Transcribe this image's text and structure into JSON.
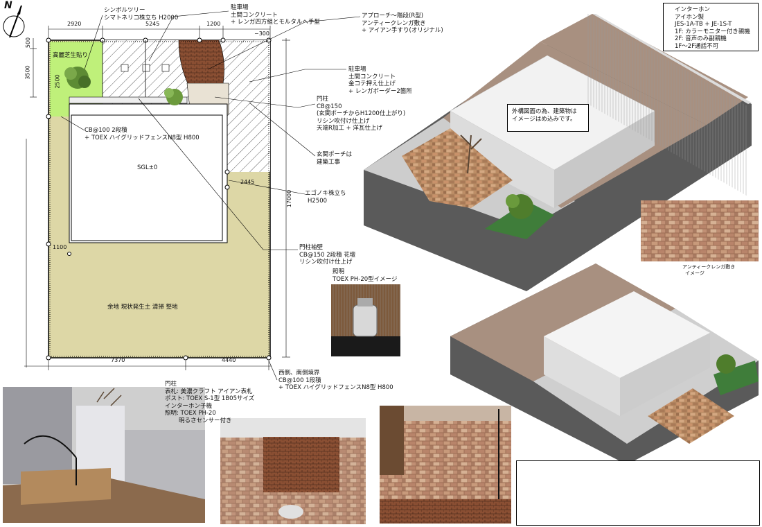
{
  "plan": {
    "north_label": "N",
    "dims": {
      "top_2920": "2920",
      "top_5245": "5245",
      "top_1200": "1200",
      "top_minus300": "−300",
      "left_500": "500",
      "left_3500": "3500",
      "inner_2500": "2500",
      "right_17000": "17000",
      "mid_2445": "2445",
      "mid_1100": "1100",
      "bottom_7370": "7370",
      "bottom_4440": "4440"
    },
    "labels": {
      "lawn": "高麗芝生貼り",
      "sgl": "SGL±0",
      "garden": "余地 現状発生土 清掃 整地"
    }
  },
  "notes": {
    "symbol_tree": [
      "シンボルツリー",
      "シマトネリコ株立ち H2000"
    ],
    "parking1": [
      "駐車場",
      "土間コンクリート",
      "+ レンガ四方組とモルタルへ手型"
    ],
    "approach": [
      "アプローチ〜階段(R型)",
      "アンティークレンガ敷き",
      "+ アイアン手すり(オリジナル)"
    ],
    "parking2": [
      "駐車場",
      "土間コンクリート",
      "金コテ押え仕上げ",
      "+ レンガボーダー2箇所"
    ],
    "gate_pillar": [
      "門柱",
      "CB@150",
      "(玄関ポーチからH1200仕上がり)",
      "リシン吹付け仕上げ",
      "天端R加工 + 洋瓦仕上げ"
    ],
    "porch": [
      "玄関ポーチは",
      "建築工事"
    ],
    "egonoki": [
      "エゴノキ株立ち",
      "H2500"
    ],
    "fence_cb": [
      "CB@100 2段積",
      "+ TOEX ハイグリッドフェンスN8型 H800"
    ],
    "sode_wall": [
      "門柱袖壁",
      "CB@150 2段積 花壇",
      "リシン吹付け仕上げ"
    ],
    "boundary": [
      "西側、南側境界",
      "CB@100 1段積",
      "+ TOEX ハイグリッドフェンスN8型 H800"
    ],
    "light": [
      "照明",
      "TOEX PH-20型イメージ"
    ],
    "gate_detail": [
      "門柱",
      "表札: 美濃クラフト アイアン表札",
      "ポスト: TOEX S-1型 1B05サイズ",
      "インターホン子機",
      "照明: TOEX PH-20",
      "明るさセンサー付き"
    ]
  },
  "intercom": [
    "インターホン",
    "アイホン製",
    "JES-1A-TB + JE-1S-T",
    "1F: カラーモニター付き親機",
    "2F: 音声のみ副親機",
    "1F〜2F通話不可"
  ],
  "building_note": [
    "外構図面の為、建築物は",
    "イメージはめ込みです。"
  ],
  "brick_caption": [
    "アンティークレンガ敷き",
    "イメージ"
  ],
  "colors": {
    "lawn": "#bff07a",
    "soil": "#ddd7a6",
    "brick": "#8a4f33",
    "wall": "#e9e9e9",
    "ground": "#555555",
    "deck": "#a89080"
  },
  "icons": [
    "north-arrow-icon",
    "bush-icon"
  ]
}
